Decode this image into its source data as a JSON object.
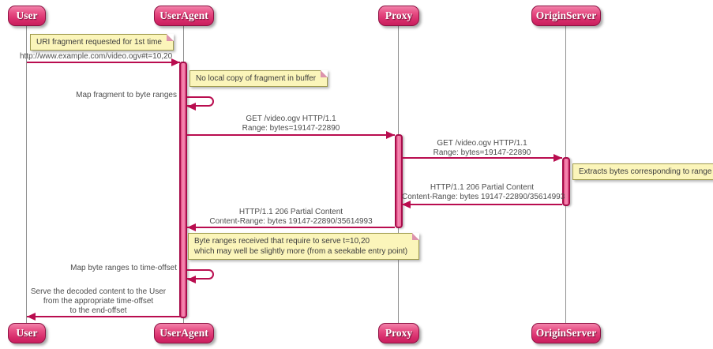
{
  "diagram_type": "sequence",
  "actors": [
    {
      "name": "User"
    },
    {
      "name": "UserAgent"
    },
    {
      "name": "Proxy"
    },
    {
      "name": "OriginServer"
    }
  ],
  "notes": [
    {
      "lines": [
        "URI fragment requested for 1st time"
      ]
    },
    {
      "lines": [
        "No local copy of fragment in buffer"
      ]
    },
    {
      "lines": [
        "Extracts bytes corresponding to range"
      ]
    },
    {
      "lines": [
        "Byte ranges received that require to serve t=10,20",
        "which may well be slightly more (from a seekable entry point)"
      ]
    }
  ],
  "messages": [
    {
      "from": "User",
      "to": "UserAgent",
      "lines": [
        "http://www.example.com/video.ogv#t=10,20"
      ]
    },
    {
      "from": "UserAgent",
      "to": "UserAgent",
      "lines": [
        "Map fragment to byte ranges"
      ]
    },
    {
      "from": "UserAgent",
      "to": "Proxy",
      "lines": [
        "GET /video.ogv HTTP/1.1",
        "Range: bytes=19147-22890"
      ]
    },
    {
      "from": "Proxy",
      "to": "OriginServer",
      "lines": [
        "GET /video.ogv HTTP/1.1",
        "Range: bytes=19147-22890"
      ]
    },
    {
      "from": "OriginServer",
      "to": "Proxy",
      "lines": [
        "HTTP/1.1 206 Partial Content",
        "Content-Range: bytes 19147-22890/35614993"
      ]
    },
    {
      "from": "Proxy",
      "to": "UserAgent",
      "lines": [
        "HTTP/1.1 206 Partial Content",
        "Content-Range: bytes 19147-22890/35614993"
      ]
    },
    {
      "from": "UserAgent",
      "to": "UserAgent",
      "lines": [
        "Map byte ranges to time-offset"
      ]
    },
    {
      "from": "UserAgent",
      "to": "User",
      "lines": [
        "Serve the decoded content to the User",
        "from the appropriate time-offset",
        "to the end-offset"
      ]
    }
  ],
  "colors": {
    "accent_arrow": "#b90d4f",
    "actor_fill_top": "#f283ab",
    "actor_fill_bottom": "#c91f5e",
    "actor_border": "#8e1243",
    "activation_fill": "#ee6399",
    "activation_border": "#a60d4a",
    "note_fill": "#fbf5ba",
    "note_border": "#9f9b4e",
    "lifeline": "#8f8f8f",
    "label_text": "#4d4d4d"
  }
}
